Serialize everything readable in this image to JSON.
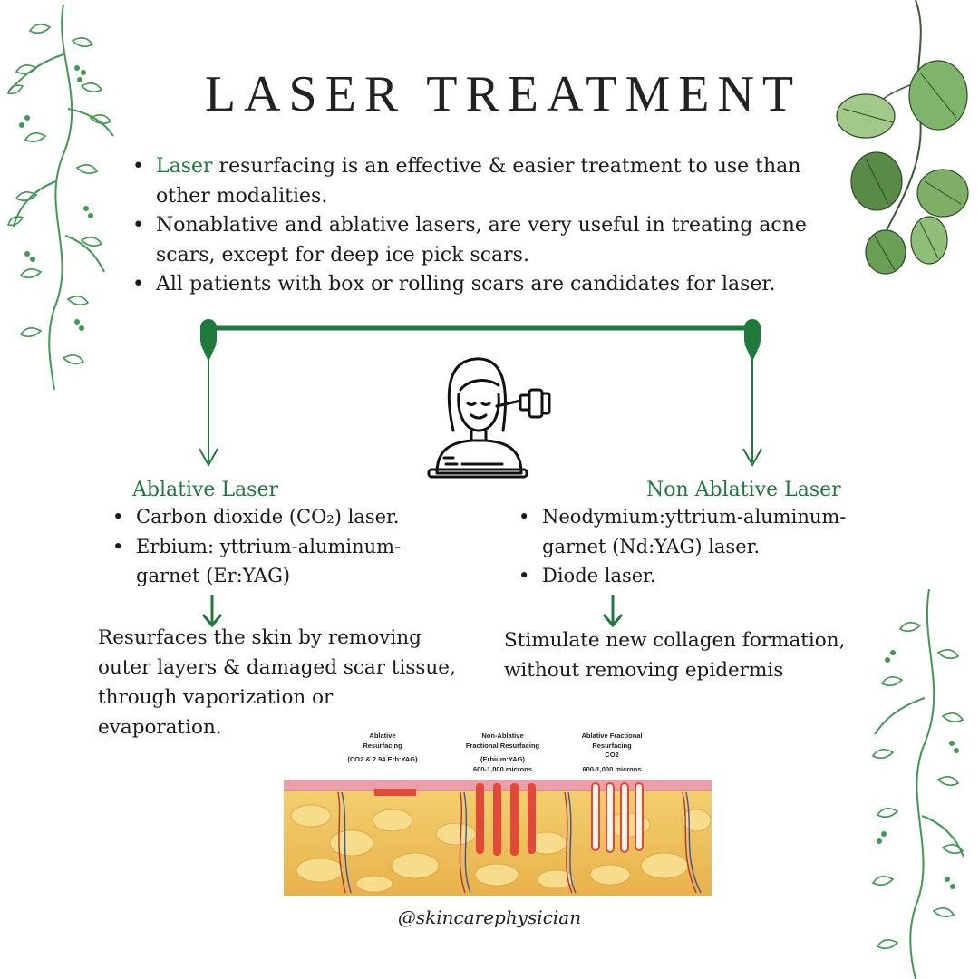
{
  "title": "LASER TREATMENT",
  "intro": {
    "bullets": [
      {
        "highlight": "Laser",
        "rest": " resurfacing is an effective & easier treatment to use than other modalities."
      },
      {
        "highlight": "",
        "rest": "Nonablative and ablative lasers, are very useful in treating acne scars, except for deep ice pick scars."
      },
      {
        "highlight": "",
        "rest": "All patients with box or rolling scars are candidates for laser."
      }
    ]
  },
  "ablative": {
    "heading": "Ablative Laser",
    "items": [
      "Carbon dioxide (CO₂) laser.",
      "Erbium: yttrium-aluminum-garnet (Er:YAG)"
    ],
    "result": "Resurfaces the skin by removing outer layers & damaged scar tissue, through vaporization or evaporation."
  },
  "non_ablative": {
    "heading": "Non Ablative Laser",
    "items": [
      "Neodymium:yttrium-aluminum-garnet (Nd:YAG) laser.",
      "Diode laser."
    ],
    "result": "Stimulate new collagen formation, without removing epidermis"
  },
  "diagram": {
    "labels": [
      {
        "line1": "Ablative",
        "line2": "Resurfacing",
        "line3": "(CO2 & 2.94 Erb:YAG)",
        "line4": ""
      },
      {
        "line1": "Non-Ablative",
        "line2": "Fractional Resurfacing",
        "line3": "(Erbium:YAG)",
        "line4": "600-1,000 microns"
      },
      {
        "line1": "Ablative Fractional",
        "line2": "Resurfacing",
        "line3": "CO2",
        "line4": "600-1,000 microns"
      }
    ]
  },
  "handle": "@skincarephysician",
  "colors": {
    "accent_green": "#1e7a3a",
    "leaf_green": "#5a9a48",
    "vine_green": "#3e9a4e",
    "skin_yellow": "#f0c060",
    "laser_red": "#e04a3a"
  },
  "icons": [
    "vine-left-icon",
    "eucalyptus-branch-icon",
    "vine-right-icon",
    "woman-laser-icon"
  ]
}
